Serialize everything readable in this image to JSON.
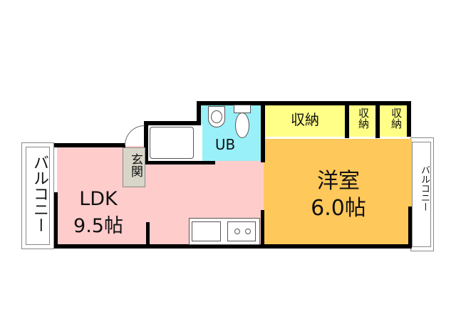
{
  "floorplan": {
    "rooms": {
      "ldk": {
        "name": "LDK",
        "size": "9.5帖",
        "color": "#ffcccc"
      },
      "western": {
        "name": "洋室",
        "size": "6.0帖",
        "color": "#ffc85a"
      },
      "bath": {
        "name": "UB",
        "color": "#99f0f8"
      },
      "entrance": {
        "name": "玄関",
        "color": "#d8d6c8"
      },
      "storage_main": {
        "name": "収納",
        "color": "#ffff88"
      },
      "storage_small_1": {
        "name": "収納",
        "color": "#ffff88"
      },
      "storage_small_2": {
        "name": "収納",
        "color": "#ffff88"
      },
      "balcony_left": {
        "name": "バルコニー"
      },
      "balcony_right": {
        "name": "バルコニー"
      }
    },
    "fixtures": [
      "washing-machine-space",
      "toilet",
      "washbasin",
      "kitchen-sink",
      "stove"
    ]
  }
}
